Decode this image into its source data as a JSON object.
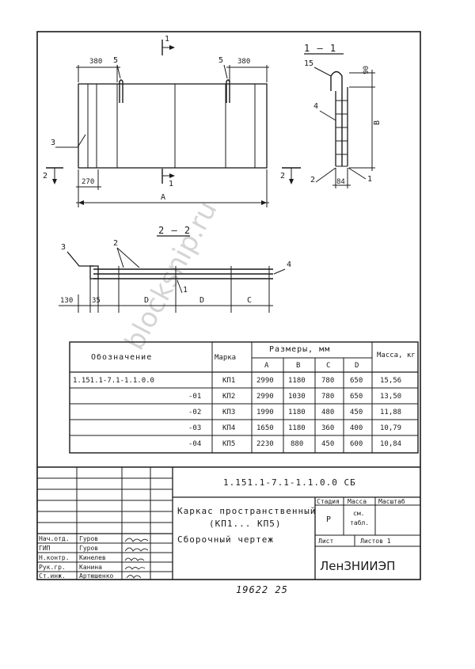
{
  "drawing": {
    "top_view": {
      "dim_left_top": "380",
      "dim_right_top": "380",
      "dim_left_bottom": "270",
      "dim_overall": "A",
      "callouts": [
        "5",
        "5",
        "3"
      ],
      "section_mark": "1",
      "side_mark": "2"
    },
    "section_1_1": {
      "title": "1 — 1",
      "dim_top": "90",
      "dim_height": "B",
      "dim_bottom": "84",
      "callouts": [
        "15",
        "4",
        "2",
        "1"
      ],
      "side_mark": "2"
    },
    "section_2_2": {
      "title": "2 — 2",
      "callouts": [
        "3",
        "2",
        "1",
        "4"
      ],
      "dims": [
        "130",
        "35",
        "D",
        "D",
        "C"
      ]
    }
  },
  "table": {
    "headers": {
      "designation": "Обозначение",
      "mark": "Марка",
      "sizes_group": "Размеры, мм",
      "mass": "Масса, кг",
      "a": "A",
      "b": "B",
      "c": "C",
      "d": "D"
    },
    "rows": [
      {
        "designation": "1.151.1-7.1-1.1.0.0",
        "mark": "КП1",
        "a": "2990",
        "b": "1180",
        "c": "780",
        "d": "650",
        "mass": "15,56"
      },
      {
        "designation": "-01",
        "mark": "КП2",
        "a": "2990",
        "b": "1030",
        "c": "780",
        "d": "650",
        "mass": "13,50"
      },
      {
        "designation": "-02",
        "mark": "КП3",
        "a": "1990",
        "b": "1180",
        "c": "480",
        "d": "450",
        "mass": "11,88"
      },
      {
        "designation": "-03",
        "mark": "КП4",
        "a": "1650",
        "b": "1180",
        "c": "360",
        "d": "400",
        "mass": "10,79"
      },
      {
        "designation": "-04",
        "mark": "КП5",
        "a": "2230",
        "b": "880",
        "c": "450",
        "d": "600",
        "mass": "10,84"
      }
    ]
  },
  "title_block": {
    "code": "1.151.1-7.1-1.1.0.0 СБ",
    "name_line1": "Каркас пространственный",
    "name_line2": "(КП1... КП5)",
    "name_line3": "Сборочный чертеж",
    "stage_label": "Стадия",
    "mass_label": "Масса",
    "scale_label": "Масштаб",
    "stage_value": "Р",
    "mass_value_1": "см.",
    "mass_value_2": "табл.",
    "sheet_label": "Лист",
    "sheets_label": "Листов 1",
    "organization": "ЛенЗНИИЭП",
    "signatures": [
      {
        "role": "Нач.отд.",
        "name": "Гуров"
      },
      {
        "role": "ГИП",
        "name": "Гуров"
      },
      {
        "role": "Н.контр.",
        "name": "Кинелев"
      },
      {
        "role": "Рук.гр.",
        "name": "Канина"
      },
      {
        "role": "Ст.инж.",
        "name": "Артюшенко"
      }
    ]
  },
  "footer_number": "19622 25",
  "watermark_text": "blocksnip.ru"
}
